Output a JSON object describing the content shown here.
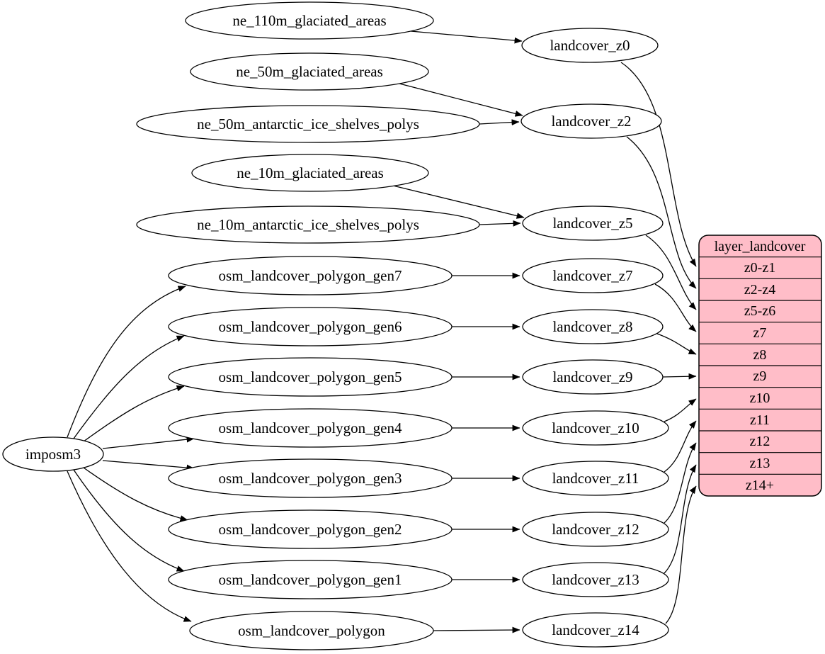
{
  "diagram": {
    "background": "#ffffff",
    "edge_color": "#000000",
    "node_fill": "#ffffff",
    "node_stroke": "#000000",
    "record_fill": "#ffbdc8",
    "nodes": {
      "imposm3": "imposm3",
      "sources": [
        "ne_110m_glaciated_areas",
        "ne_50m_glaciated_areas",
        "ne_50m_antarctic_ice_shelves_polys",
        "ne_10m_glaciated_areas",
        "ne_10m_antarctic_ice_shelves_polys",
        "osm_landcover_polygon_gen7",
        "osm_landcover_polygon_gen6",
        "osm_landcover_polygon_gen5",
        "osm_landcover_polygon_gen4",
        "osm_landcover_polygon_gen3",
        "osm_landcover_polygon_gen2",
        "osm_landcover_polygon_gen1",
        "osm_landcover_polygon"
      ],
      "intermediates": [
        "landcover_z0",
        "landcover_z2",
        "landcover_z5",
        "landcover_z7",
        "landcover_z8",
        "landcover_z9",
        "landcover_z10",
        "landcover_z11",
        "landcover_z12",
        "landcover_z13",
        "landcover_z14"
      ],
      "record": {
        "title": "layer_landcover",
        "rows": [
          "z0-z1",
          "z2-z4",
          "z5-z6",
          "z7",
          "z8",
          "z9",
          "z10",
          "z11",
          "z12",
          "z13",
          "z14+"
        ]
      }
    },
    "edges": [
      {
        "from": "ne_110m_glaciated_areas",
        "to": "landcover_z0"
      },
      {
        "from": "ne_50m_glaciated_areas",
        "to": "landcover_z2"
      },
      {
        "from": "ne_50m_antarctic_ice_shelves_polys",
        "to": "landcover_z2"
      },
      {
        "from": "ne_10m_glaciated_areas",
        "to": "landcover_z5"
      },
      {
        "from": "ne_10m_antarctic_ice_shelves_polys",
        "to": "landcover_z5"
      },
      {
        "from": "imposm3",
        "to": "osm_landcover_polygon_gen7"
      },
      {
        "from": "imposm3",
        "to": "osm_landcover_polygon_gen6"
      },
      {
        "from": "imposm3",
        "to": "osm_landcover_polygon_gen5"
      },
      {
        "from": "imposm3",
        "to": "osm_landcover_polygon_gen4"
      },
      {
        "from": "imposm3",
        "to": "osm_landcover_polygon_gen3"
      },
      {
        "from": "imposm3",
        "to": "osm_landcover_polygon_gen2"
      },
      {
        "from": "imposm3",
        "to": "osm_landcover_polygon_gen1"
      },
      {
        "from": "imposm3",
        "to": "osm_landcover_polygon"
      },
      {
        "from": "osm_landcover_polygon_gen7",
        "to": "landcover_z7"
      },
      {
        "from": "osm_landcover_polygon_gen6",
        "to": "landcover_z8"
      },
      {
        "from": "osm_landcover_polygon_gen5",
        "to": "landcover_z9"
      },
      {
        "from": "osm_landcover_polygon_gen4",
        "to": "landcover_z10"
      },
      {
        "from": "osm_landcover_polygon_gen3",
        "to": "landcover_z11"
      },
      {
        "from": "osm_landcover_polygon_gen2",
        "to": "landcover_z12"
      },
      {
        "from": "osm_landcover_polygon_gen1",
        "to": "landcover_z13"
      },
      {
        "from": "osm_landcover_polygon",
        "to": "landcover_z14"
      },
      {
        "from": "landcover_z0",
        "to": "layer_landcover:z0-z1"
      },
      {
        "from": "landcover_z2",
        "to": "layer_landcover:z2-z4"
      },
      {
        "from": "landcover_z5",
        "to": "layer_landcover:z5-z6"
      },
      {
        "from": "landcover_z7",
        "to": "layer_landcover:z7"
      },
      {
        "from": "landcover_z8",
        "to": "layer_landcover:z8"
      },
      {
        "from": "landcover_z9",
        "to": "layer_landcover:z9"
      },
      {
        "from": "landcover_z10",
        "to": "layer_landcover:z10"
      },
      {
        "from": "landcover_z11",
        "to": "layer_landcover:z11"
      },
      {
        "from": "landcover_z12",
        "to": "layer_landcover:z12"
      },
      {
        "from": "landcover_z13",
        "to": "layer_landcover:z13"
      },
      {
        "from": "landcover_z14",
        "to": "layer_landcover:z14+"
      }
    ]
  }
}
